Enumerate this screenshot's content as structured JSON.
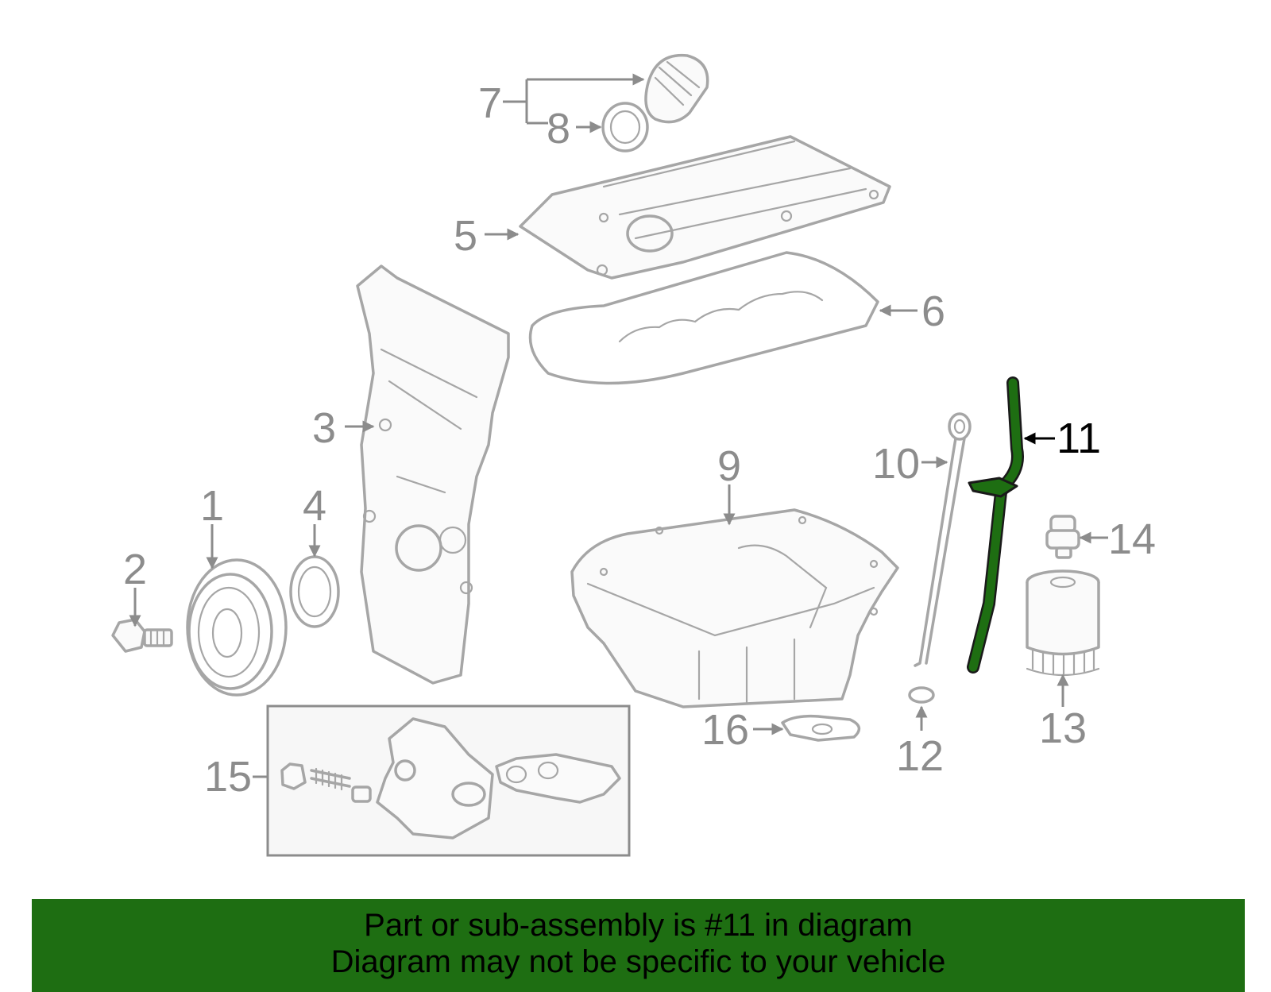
{
  "callouts": {
    "c1": "1",
    "c2": "2",
    "c3": "3",
    "c4": "4",
    "c5": "5",
    "c6": "6",
    "c7": "7",
    "c8": "8",
    "c9": "9",
    "c10": "10",
    "c11": "11",
    "c12": "12",
    "c13": "13",
    "c14": "14",
    "c15": "15",
    "c16": "16"
  },
  "highlight": {
    "part": "11",
    "color": "#1e6e12"
  },
  "banner": {
    "line1": "Part or sub-assembly is #11 in diagram",
    "line2": "Diagram may not be specific to your vehicle",
    "background": "#1e6e12"
  }
}
